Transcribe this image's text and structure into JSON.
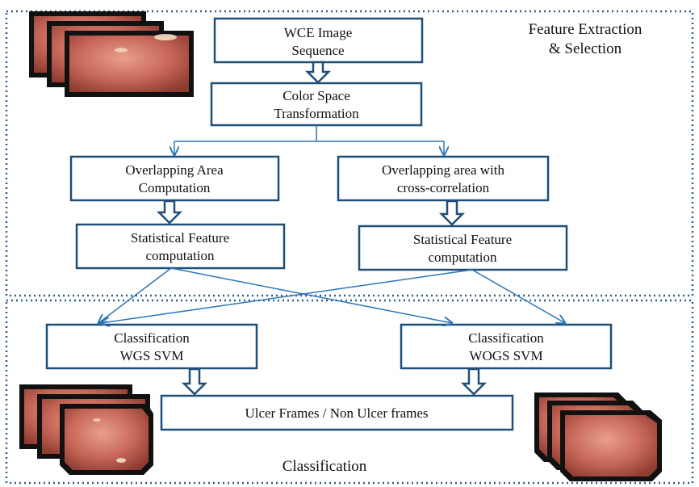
{
  "sections": {
    "top_label_line1": "Feature Extraction",
    "top_label_line2": "& Selection",
    "bottom_label": "Classification"
  },
  "boxes": {
    "wce": {
      "line1": "WCE Image",
      "line2": "Sequence"
    },
    "color": {
      "line1": "Color Space",
      "line2": "Transformation"
    },
    "overlap_area": {
      "line1": "Overlapping Area",
      "line2": "Computation"
    },
    "overlap_cc": {
      "line1": "Overlapping area with",
      "line2": "cross-correlation"
    },
    "stat_left": {
      "line1": "Statistical Feature",
      "line2": "computation"
    },
    "stat_right": {
      "line1": "Statistical Feature",
      "line2": "computation"
    },
    "class_wgs": {
      "line1": "Classification",
      "line2": "WGS SVM"
    },
    "class_wogs": {
      "line1": "Classification",
      "line2": "WOGS SVM"
    },
    "result": {
      "line1": "Ulcer Frames / Non Ulcer frames"
    }
  },
  "colors": {
    "box_border": "#1f4e79",
    "arrow": "#2e75b6",
    "dotted_border": "#2e5c8a",
    "tissue": "#c8685a"
  }
}
